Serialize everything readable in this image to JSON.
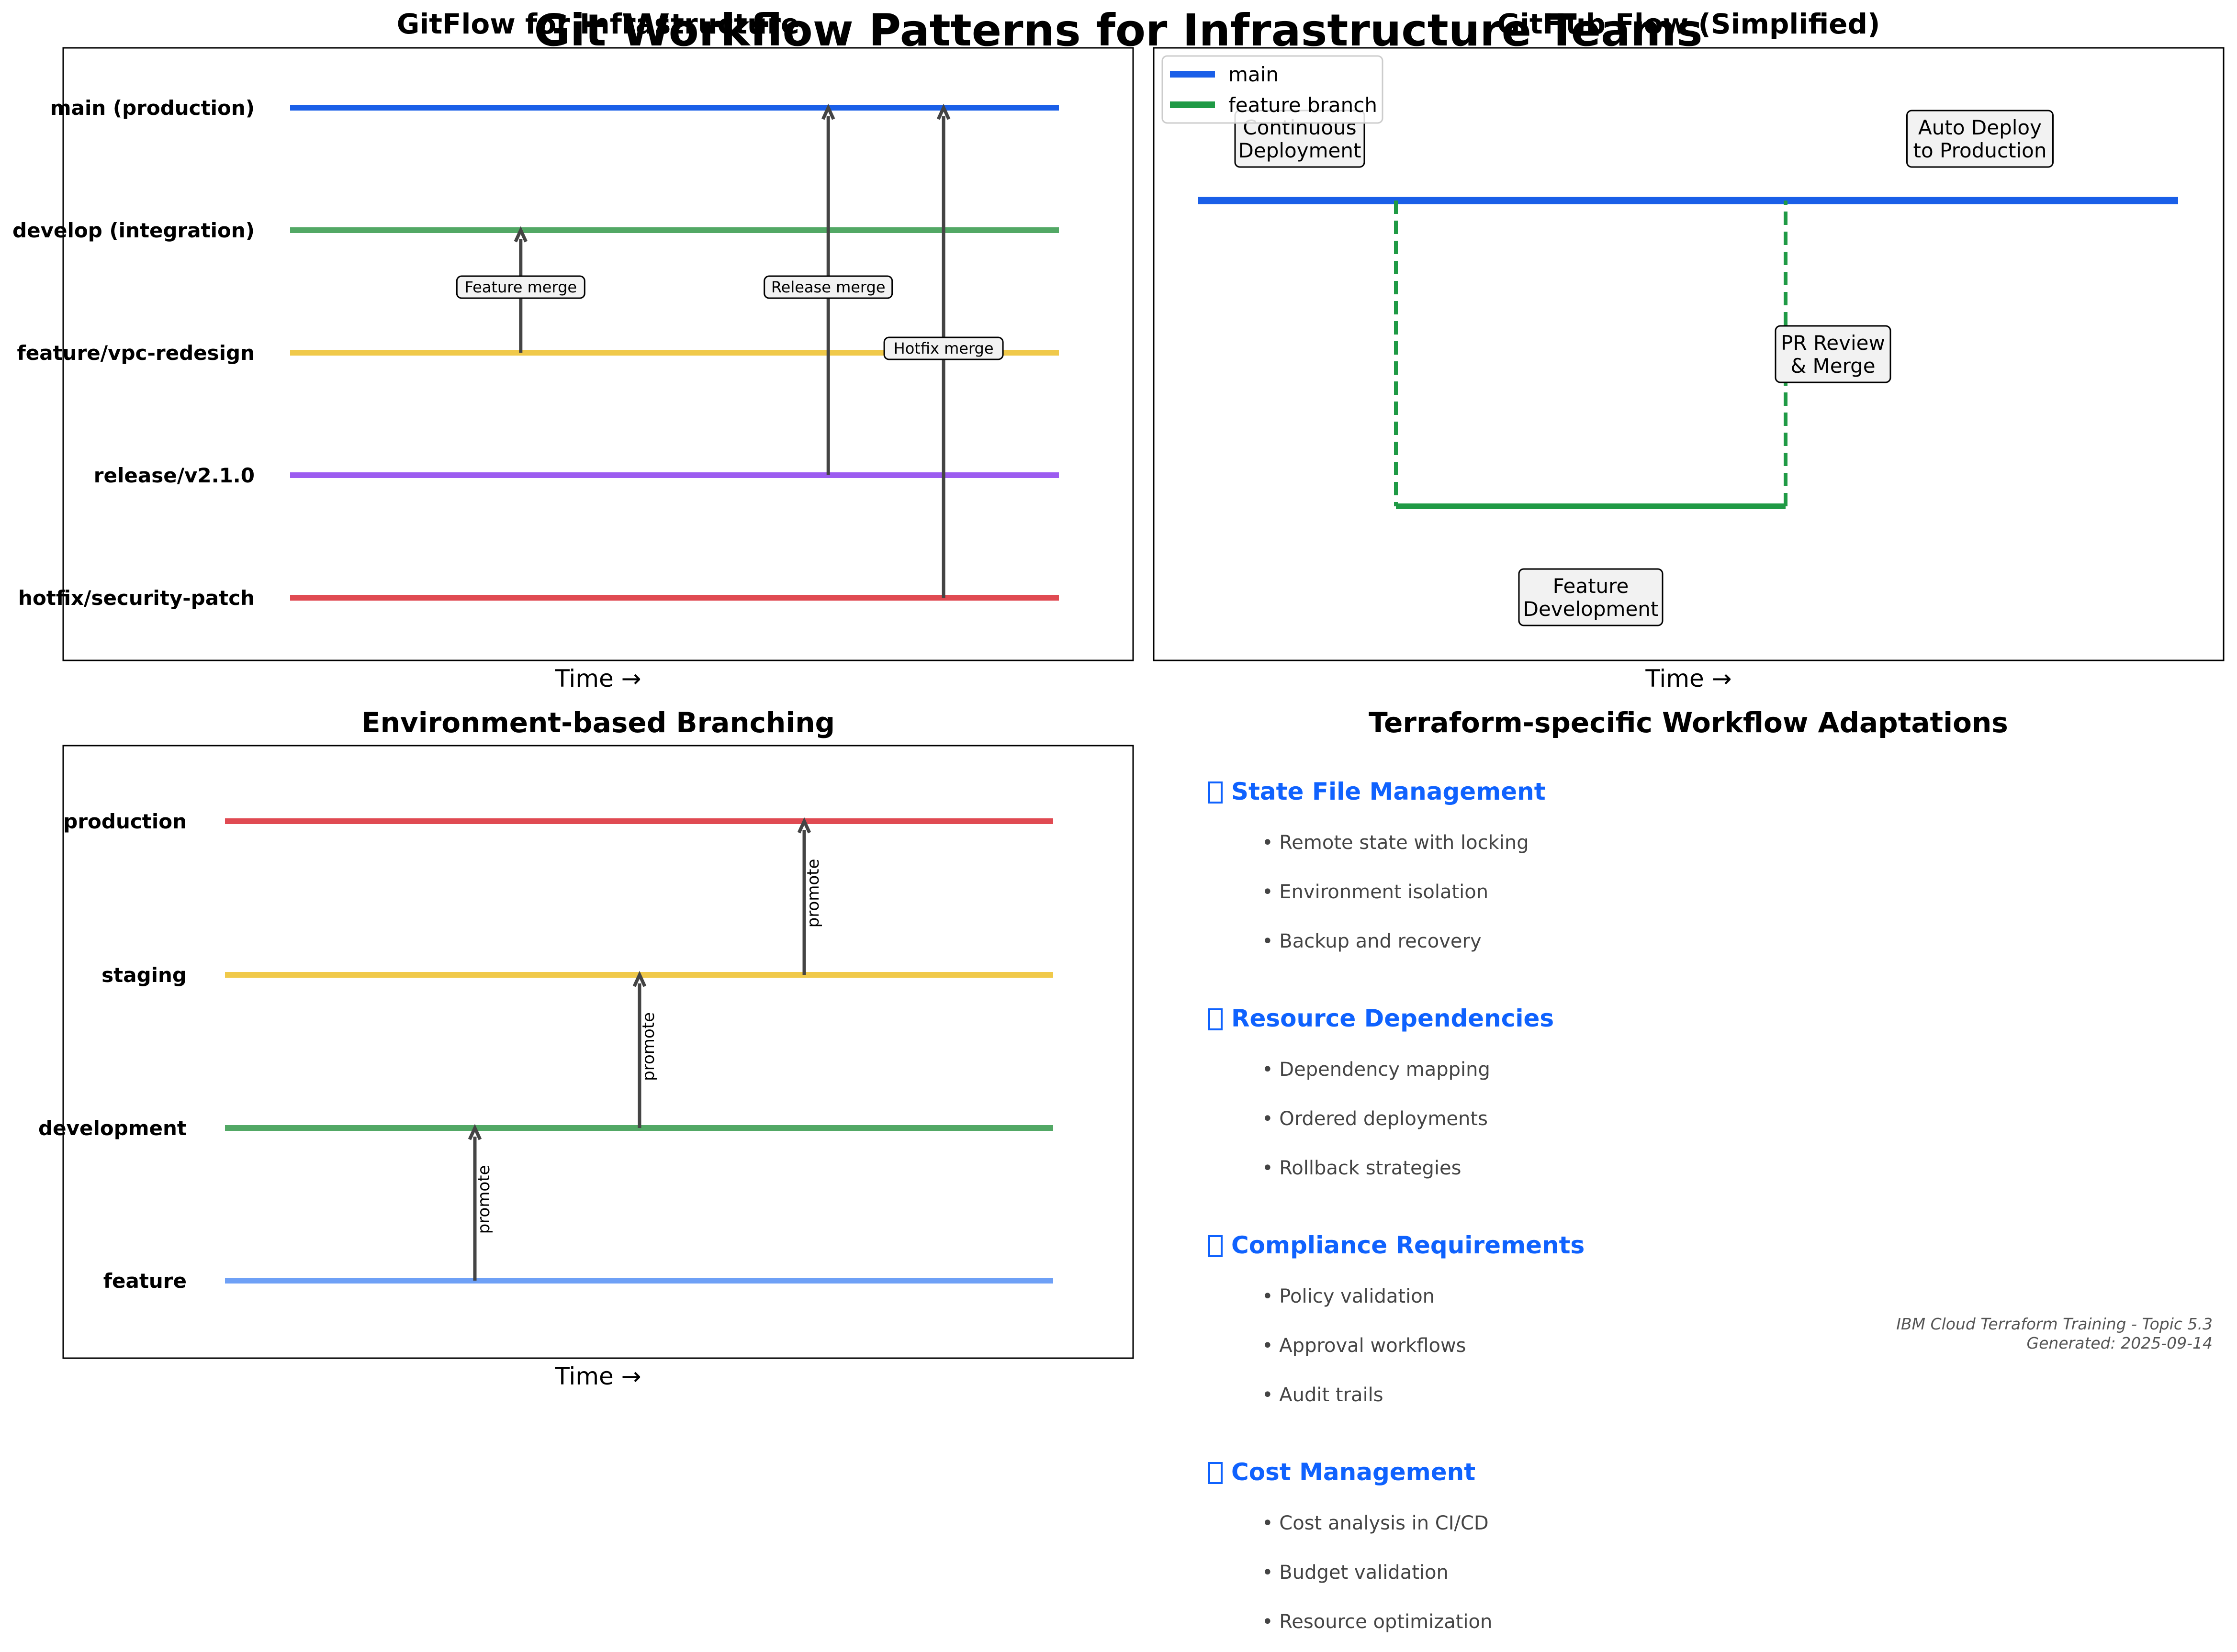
{
  "title": "Git Workflow Patterns for Infrastructure Teams",
  "colors": {
    "main": "#1a5fe8",
    "develop": "#52a865",
    "feature": "#f0c94a",
    "release": "#9c5cf0",
    "hotfix": "#e04a52",
    "feature_branch": "#1f9a45",
    "feature_env": "#6ea0f6",
    "arrow": "#444444",
    "heading": "#0f62fe",
    "bullet_text": "#444444",
    "footer": "#555555",
    "axes_border": "#000000",
    "box_fill": "#f2f2f2"
  },
  "gitflow": {
    "title": "GitFlow for Infrastructure",
    "xlabel": "Time →",
    "branches": [
      {
        "label": "main (production)",
        "color_key": "main"
      },
      {
        "label": "develop (integration)",
        "color_key": "develop"
      },
      {
        "label": "feature/vpc-redesign",
        "color_key": "feature"
      },
      {
        "label": "release/v2.1.0",
        "color_key": "release"
      },
      {
        "label": "hotfix/security-patch",
        "color_key": "hotfix"
      }
    ],
    "merges": [
      {
        "label": "Feature merge",
        "from": 2,
        "to": 1,
        "time": 0.3
      },
      {
        "label": "Release merge",
        "from": 3,
        "to": 0,
        "time": 0.7
      },
      {
        "label": "Hotfix merge",
        "from": 4,
        "to": 0,
        "time": 0.85
      }
    ]
  },
  "github_flow": {
    "title": "GitHub Flow (Simplified)",
    "xlabel": "Time →",
    "legend": [
      {
        "label": "main",
        "color_key": "main"
      },
      {
        "label": "feature branch",
        "color_key": "feature_branch"
      }
    ],
    "annotations": [
      "Continuous\nDeployment",
      "Auto Deploy\nto Production",
      "PR Review\n& Merge",
      "Feature\nDevelopment"
    ]
  },
  "env_branching": {
    "title": "Environment-based Branching",
    "xlabel": "Time →",
    "branches": [
      {
        "label": "production",
        "color_key": "hotfix"
      },
      {
        "label": "staging",
        "color_key": "feature"
      },
      {
        "label": "development",
        "color_key": "develop"
      },
      {
        "label": "feature",
        "color_key": "feature_env"
      }
    ],
    "promotions": [
      {
        "label": "promote",
        "from": 3,
        "to": 2,
        "time": 0.3
      },
      {
        "label": "promote",
        "from": 2,
        "to": 1,
        "time": 0.5
      },
      {
        "label": "promote",
        "from": 1,
        "to": 0,
        "time": 0.7
      }
    ]
  },
  "terraform": {
    "title": "Terraform-specific Workflow Adaptations",
    "sections": [
      {
        "icon": "□",
        "heading": "State File Management",
        "items": [
          "• Remote state with locking",
          "• Environment isolation",
          "• Backup and recovery"
        ]
      },
      {
        "icon": "□",
        "heading": "Resource Dependencies",
        "items": [
          "• Dependency mapping",
          "• Ordered deployments",
          "• Rollback strategies"
        ]
      },
      {
        "icon": "□",
        "heading": "Compliance Requirements",
        "items": [
          "• Policy validation",
          "• Approval workflows",
          "• Audit trails"
        ]
      },
      {
        "icon": "□",
        "heading": "Cost Management",
        "items": [
          "• Cost analysis in CI/CD",
          "• Budget validation",
          "• Resource optimization"
        ]
      }
    ]
  },
  "footer": {
    "line1": "IBM Cloud Terraform Training - Topic 5.3",
    "line2": "Generated: 2025-09-14"
  }
}
